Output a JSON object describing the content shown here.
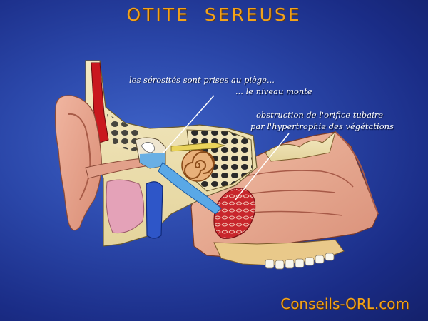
{
  "title": "OTITE   SEREUSE",
  "captions": {
    "trapped_line1": "les sérosités sont prises au piège...",
    "trapped_line2": "... le niveau monte",
    "obstruction_line1": "obstruction de l'orifice tubaire",
    "obstruction_line2": "par l'hypertrophie des végétations"
  },
  "brand": "Conseils-ORL.com",
  "colors": {
    "background": "#2a46a8",
    "title": "#f2a31c",
    "brand": "#f2a31c",
    "caption": "#ffffff",
    "skin": "#e9a690",
    "fluid": "#5aa8e6",
    "vein": "#2e56c8",
    "adenoid": "#c8262c"
  }
}
